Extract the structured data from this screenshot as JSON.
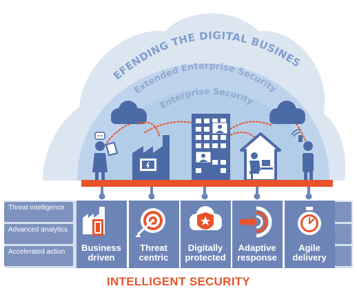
{
  "dome": {
    "outer_title": "DEFENDING THE DIGITAL BUSINESS",
    "middle_title": "Extended Enterprise Security",
    "inner_title": "Enterprise Security"
  },
  "capabilities": [
    "Threat intelligence",
    "Advanced analytics",
    "Accelerated action"
  ],
  "pillars": [
    {
      "line1": "Business",
      "line2": "driven",
      "icon": "factory-door-icon"
    },
    {
      "line1": "Threat",
      "line2": "centric",
      "icon": "target-arrow-icon"
    },
    {
      "line1": "Digitally",
      "line2": "protected",
      "icon": "cloud-shield-icon"
    },
    {
      "line1": "Adaptive",
      "line2": "response",
      "icon": "arrow-target-icon"
    },
    {
      "line1": "Agile",
      "line2": "delivery",
      "icon": "stopwatch-icon"
    }
  ],
  "footer_title": "INTELLIGENT SECURITY",
  "colors": {
    "accent": "#e8532a",
    "pillar": "#6d84b6",
    "pillar_dark": "#4f6a9f",
    "dome_outer": "#dce6f1",
    "dome_inner": "#b9d1ea",
    "icon_blue": "#4c6aa6"
  }
}
